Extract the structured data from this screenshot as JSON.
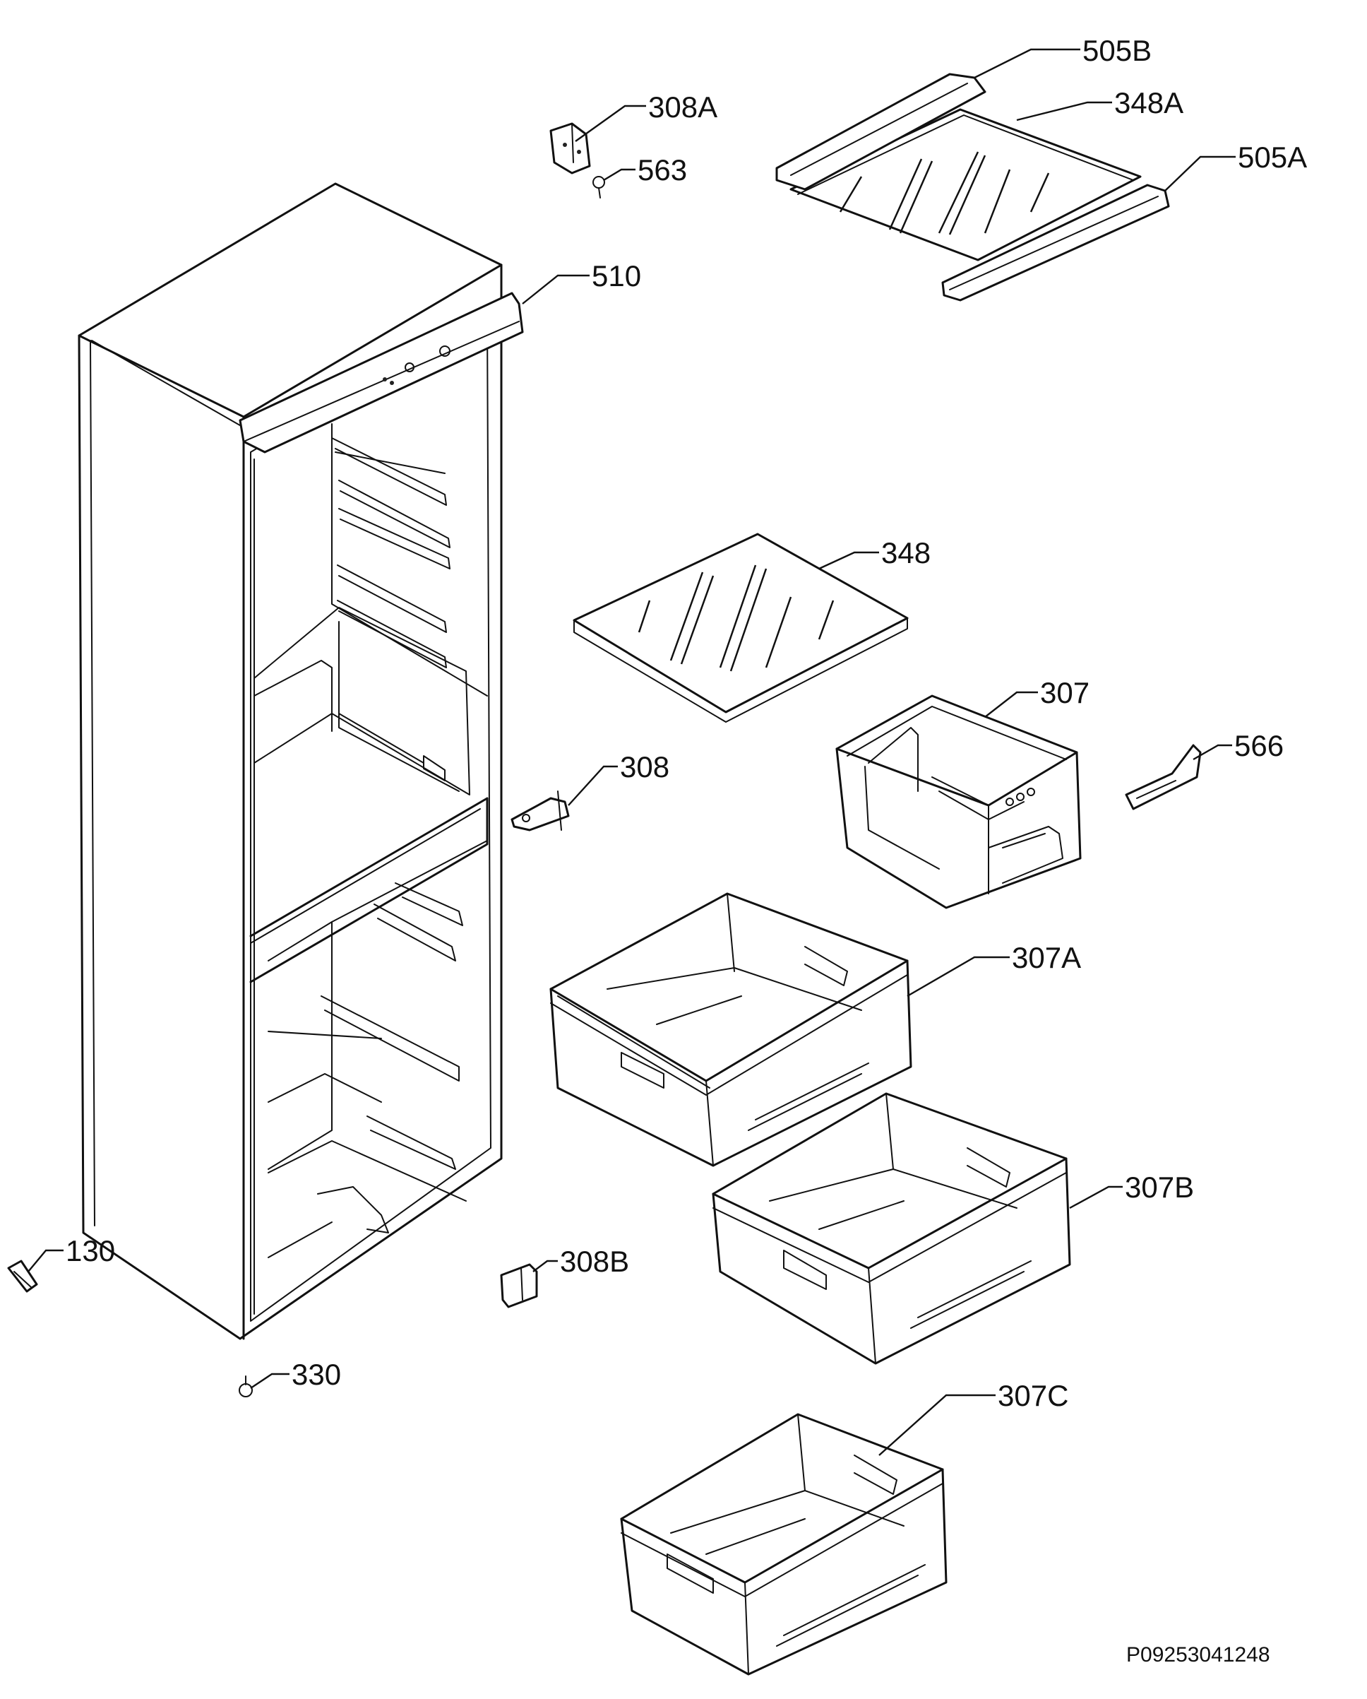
{
  "diagram": {
    "code": "P09253041248",
    "labels": {
      "l505b": "505B",
      "l308a": "308A",
      "l348a": "348A",
      "l563": "563",
      "l505a": "505A",
      "l510": "510",
      "l348": "348",
      "l307": "307",
      "l566": "566",
      "l308": "308",
      "l307a": "307A",
      "l307b": "307B",
      "l130": "130",
      "l308b": "308B",
      "l330": "330",
      "l307c": "307C"
    }
  }
}
